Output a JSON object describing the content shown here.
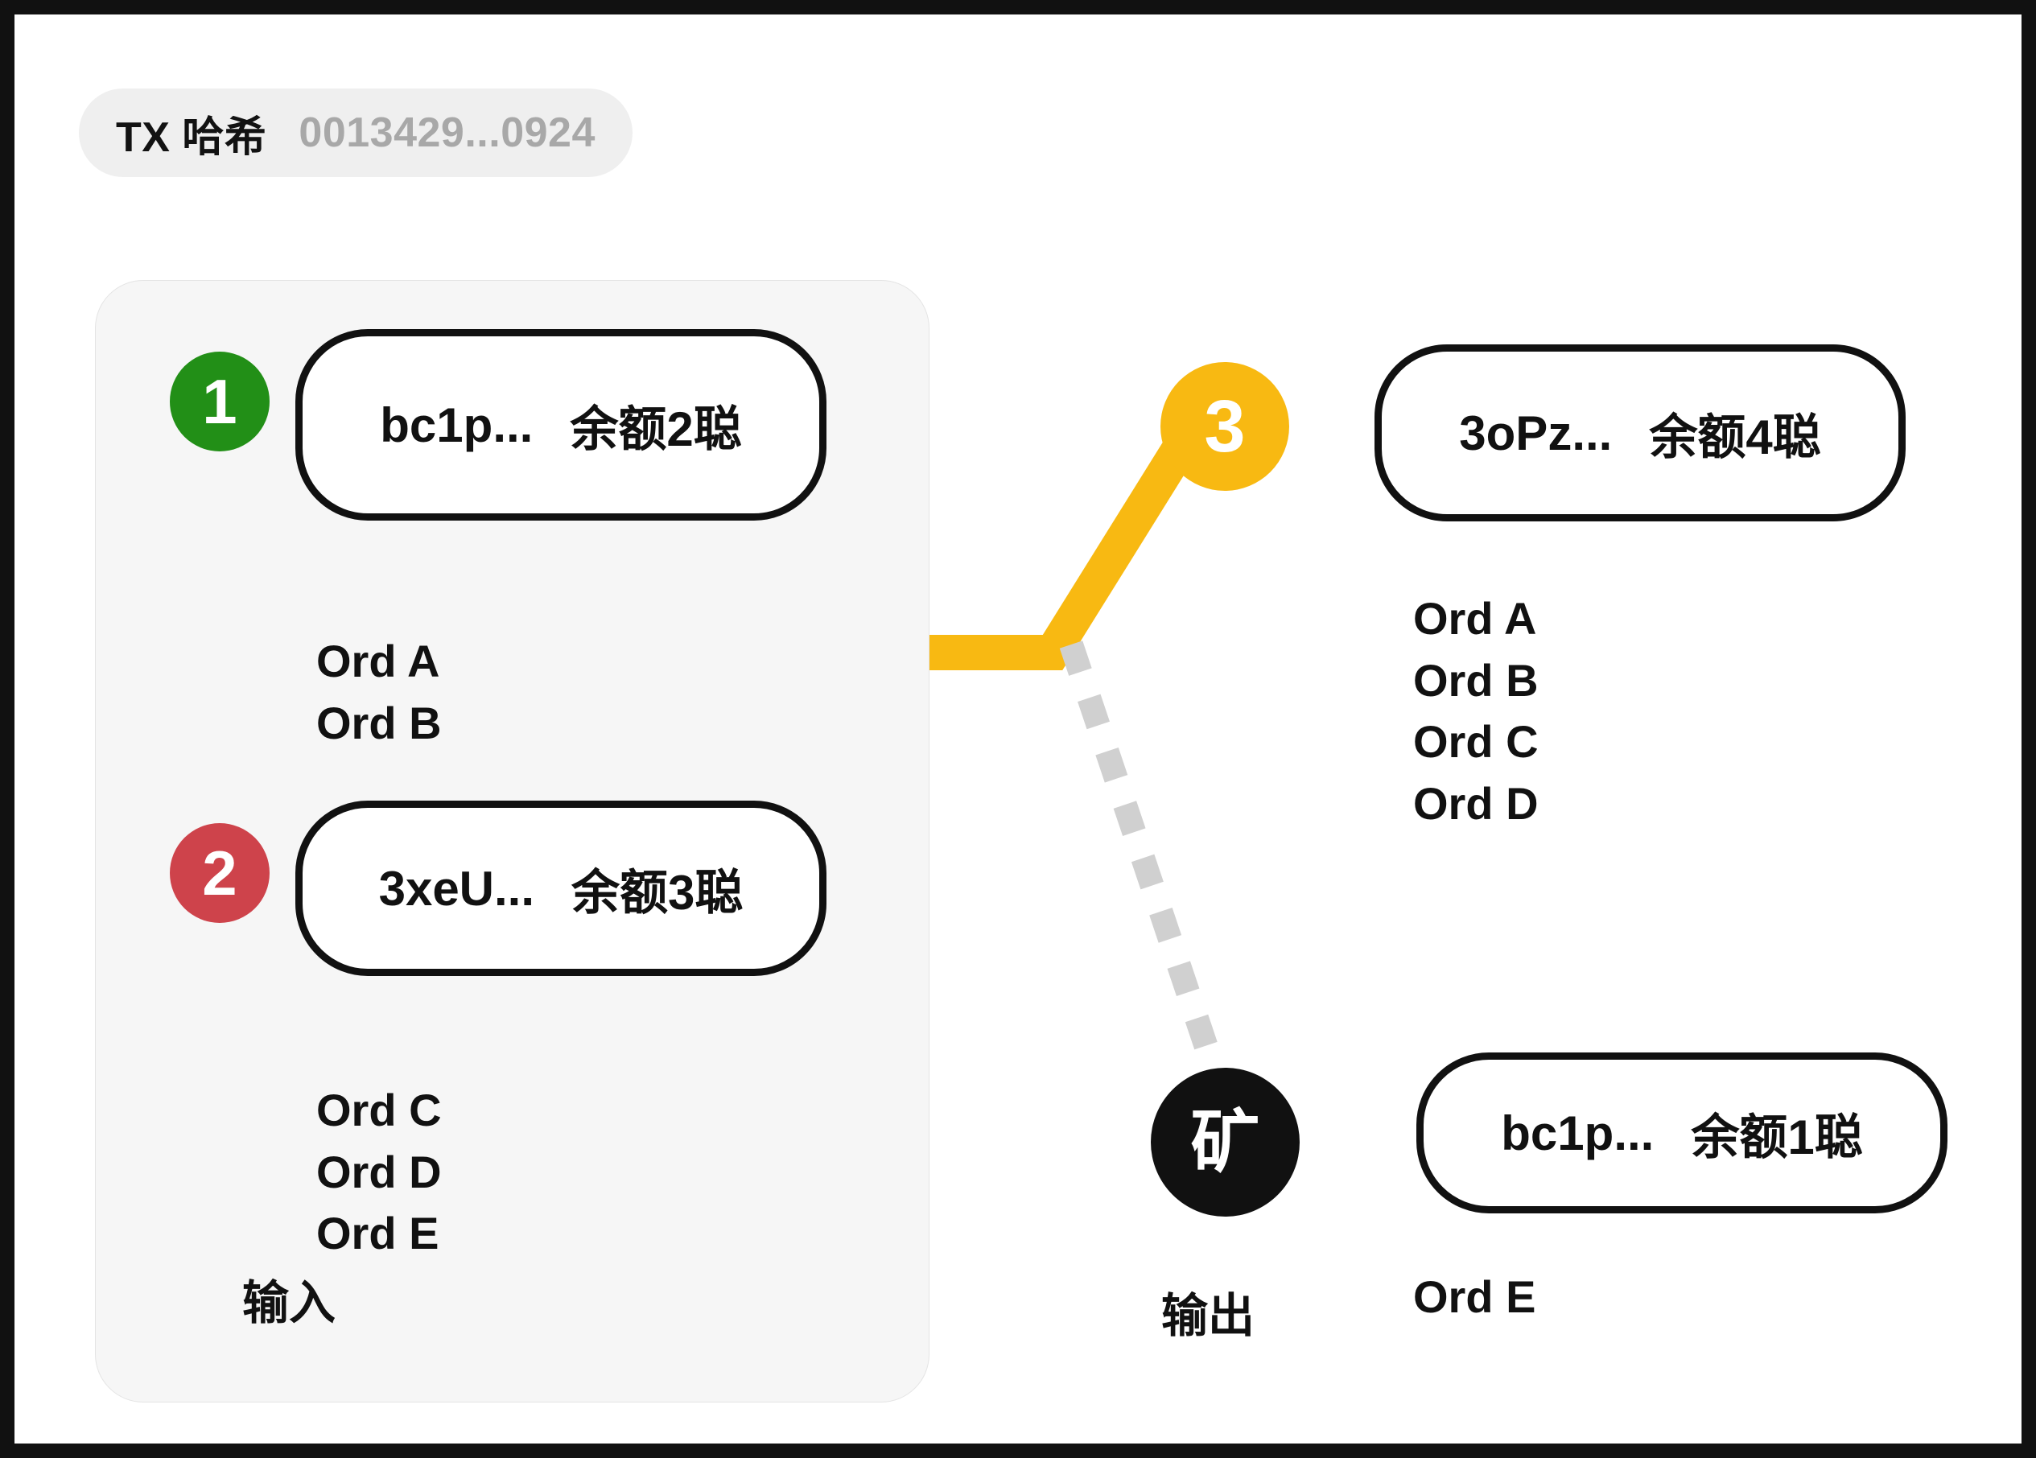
{
  "header": {
    "tx_label": "TX 哈希",
    "tx_hash": "0013429...0924"
  },
  "colors": {
    "input_badge_1": "#228F17",
    "input_badge_2": "#CE434B",
    "step_badge_3": "#F8B912",
    "miner_badge": "#111111",
    "arrow_yellow": "#F8B912",
    "dashed_line": "#d0d0d0",
    "panel_bg": "#f6f6f6",
    "badge_bg": "#efefef",
    "hash_text": "#a8a8a8"
  },
  "inputs": {
    "caption": "输入",
    "entries": [
      {
        "index": "1",
        "address": "bc1p...",
        "amount": "余额2聪",
        "ordinals": [
          "Ord A",
          "Ord B"
        ]
      },
      {
        "index": "2",
        "address": "3xeU...",
        "amount": "余额3聪",
        "ordinals": [
          "Ord C",
          "Ord D",
          "Ord E"
        ]
      }
    ]
  },
  "flow": {
    "step_marker": "3",
    "miner_marker": "矿"
  },
  "outputs": {
    "caption": "输出",
    "entries": [
      {
        "address": "3oPz...",
        "amount": "余额4聪",
        "ordinals": [
          "Ord A",
          "Ord B",
          "Ord C",
          "Ord D"
        ]
      },
      {
        "address": "bc1p...",
        "amount": "余额1聪",
        "ordinals": [
          "Ord E"
        ]
      }
    ]
  }
}
